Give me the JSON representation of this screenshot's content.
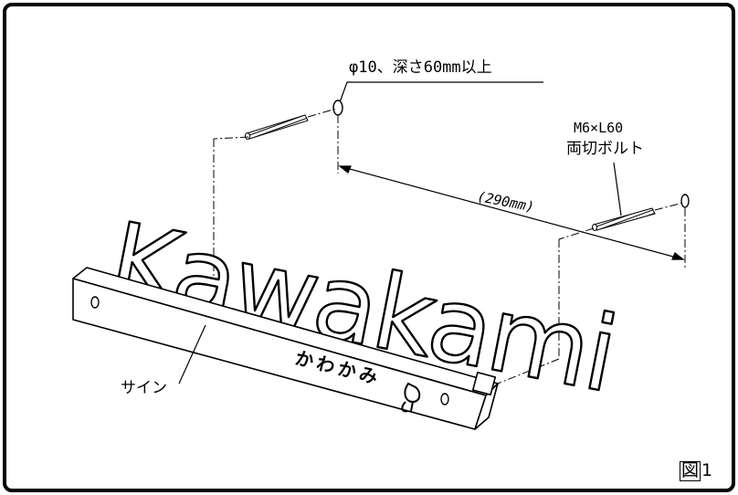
{
  "labels": {
    "hole_spec": "φ10、深さ60mm以上",
    "bolt_spec": "M6×L60",
    "bolt_name": "両切ボルト",
    "dimension": "(290mm)",
    "sign": "サイン",
    "figure_kanji": "図",
    "figure_number": "1"
  },
  "sign": {
    "main_text": "Kawakami",
    "sub_text": "かわかみ"
  },
  "colors": {
    "line": "#000000",
    "background": "#ffffff"
  }
}
